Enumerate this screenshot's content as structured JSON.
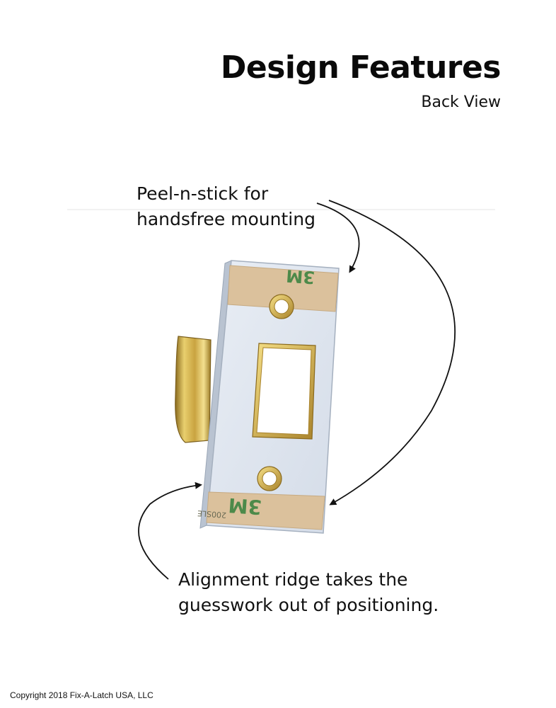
{
  "header": {
    "title": "Design Features",
    "subtitle": "Back View"
  },
  "callouts": {
    "peel_stick": {
      "line1": "Peel-n-stick for",
      "line2": "handsfree mounting"
    },
    "alignment": {
      "line1": "Alignment ridge takes the",
      "line2": "guesswork out of positioning."
    }
  },
  "product": {
    "tape_brand": "3M",
    "tape_code": "200SLE",
    "colors": {
      "plate": "#dfe6f0",
      "plate_edge": "#aeb8c6",
      "brass": "#d4b24a",
      "tape": "#dcc29c",
      "tape_print": "#4d8a4a"
    }
  },
  "footer": {
    "copyright": "Copyright 2018 Fix-A-Latch USA, LLC"
  }
}
